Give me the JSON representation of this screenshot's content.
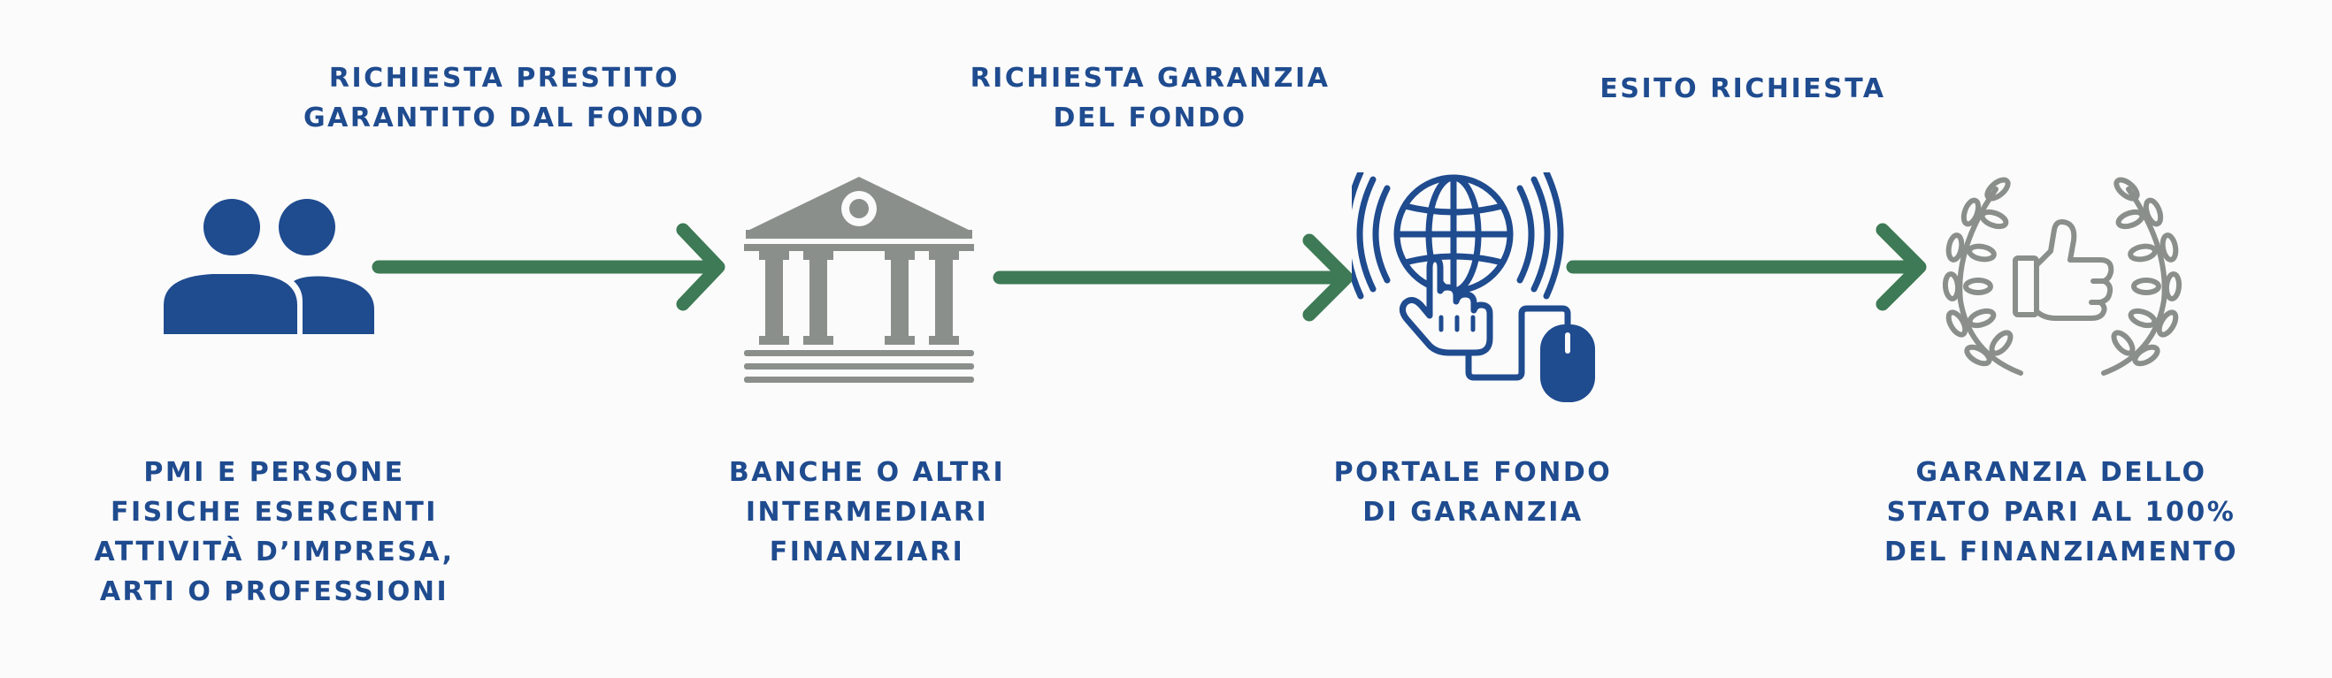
{
  "process_labels": {
    "step1": [
      "RICHIESTA PRESTITO",
      "GARANTITO DAL FONDO"
    ],
    "step2": [
      "RICHIESTA GARANZIA",
      "DEL FONDO"
    ],
    "step3": [
      "ESITO RICHIESTA"
    ]
  },
  "entities": {
    "pmi": [
      "PMI E PERSONE",
      "FISICHE ESERCENTI",
      "ATTIVITÀ D’IMPRESA,",
      "ARTI O PROFESSIONI"
    ],
    "banche": [
      "BANCHE  O ALTRI",
      "INTERMEDIARI",
      "FINANZIARI"
    ],
    "portale": [
      "PORTALE FONDO",
      "DI GARANZIA"
    ],
    "garanzia": [
      "GARANZIA DELLO",
      "STATO PARI AL 100%",
      "DEL FINANZIAMENTO"
    ]
  },
  "icons": {
    "people": "people-icon",
    "bank": "bank-icon",
    "portal": "globe-click-icon",
    "award": "thumbs-up-laurel-icon"
  },
  "colors": {
    "text_blue": "#1f4b8f",
    "icon_blue": "#1f4b8f",
    "icon_gray": "#8a8f8c",
    "arrow_green": "#3d7a55",
    "background": "#fbfbfb"
  }
}
